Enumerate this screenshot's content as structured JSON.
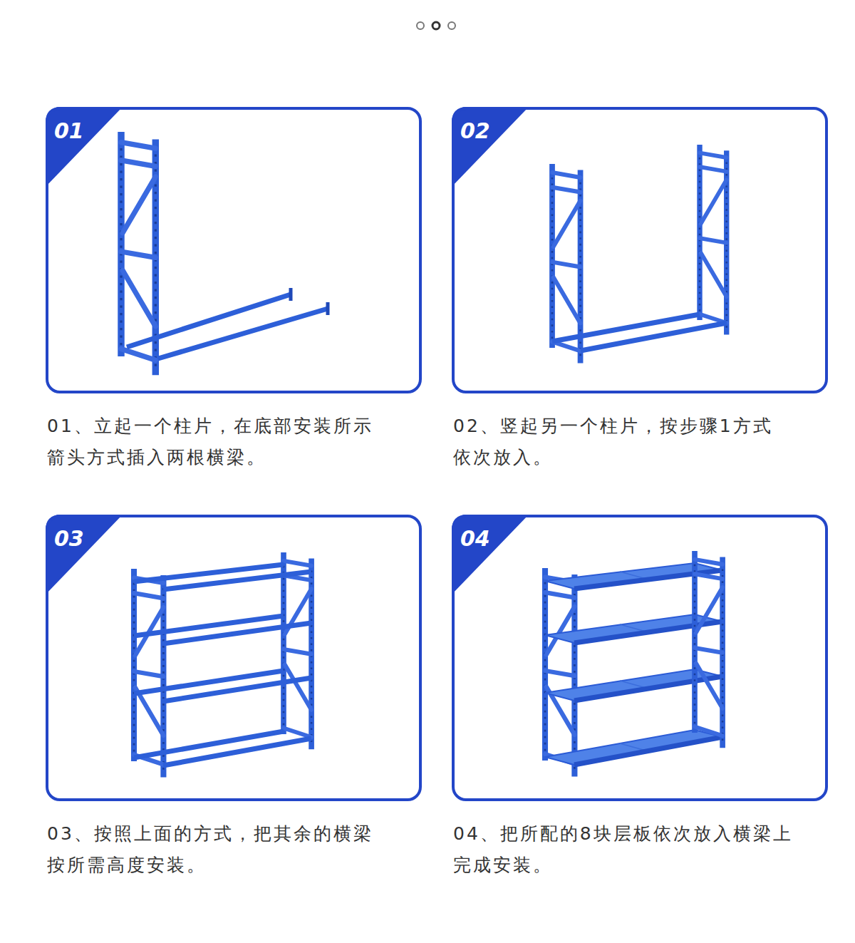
{
  "diagram": {
    "nodes": [
      {
        "text": [
          "01",
          "01、立起一个柱片，在底部安装所示 箭头方式插入两根横梁。"
        ]
      },
      {
        "text": [
          "02",
          "02、竖起另一个柱片，按步骤1方式 依次放入。"
        ]
      },
      {
        "text": [
          "03",
          "03、按照上面的方式，把其余的横梁 按所需高度安装。"
        ]
      },
      {
        "text": [
          "04",
          "04、把所配的8块层板依次放入横梁上 完成安装。"
        ]
      }
    ]
  }
}
